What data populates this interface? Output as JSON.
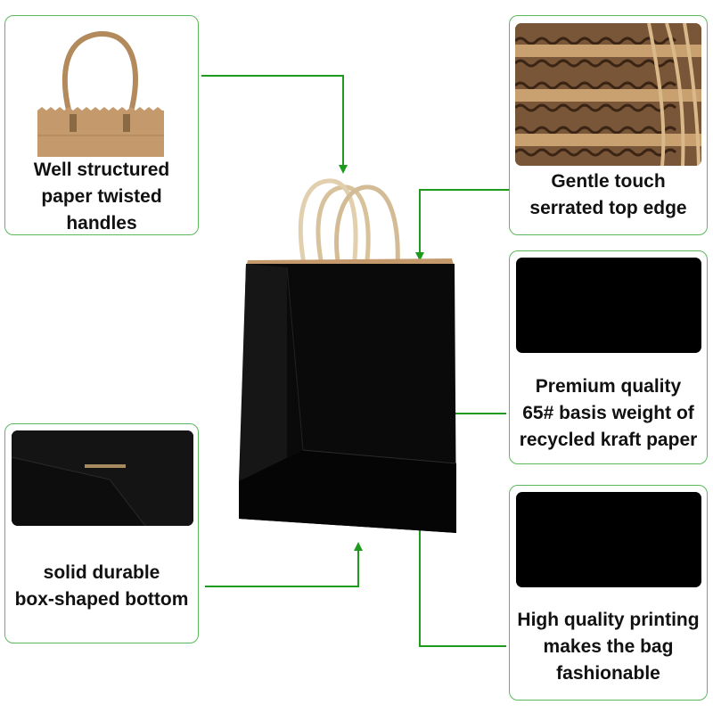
{
  "colors": {
    "border": "#5cb85c",
    "arrow": "#1e9a1e",
    "bag": "#0a0a0a",
    "kraft": "#c49a6c"
  },
  "features": {
    "handles": {
      "lines": [
        "Well structured",
        "paper twisted",
        "handles"
      ],
      "icon": "paper-handle-photo"
    },
    "edge": {
      "lines": [
        "Gentle touch",
        "serrated top edge"
      ],
      "icon": "corrugated-edge-photo"
    },
    "paper": {
      "lines": [
        "Premium quality",
        "65# basis weight of",
        "recycled kraft paper"
      ],
      "icon": "black-paper-swatch"
    },
    "bottom": {
      "lines": [
        "solid durable",
        "box-shaped bottom"
      ],
      "icon": "bag-bottom-photo"
    },
    "printing": {
      "lines": [
        "High quality printing",
        "makes the bag",
        "fashionable"
      ],
      "icon": "black-print-swatch"
    }
  }
}
